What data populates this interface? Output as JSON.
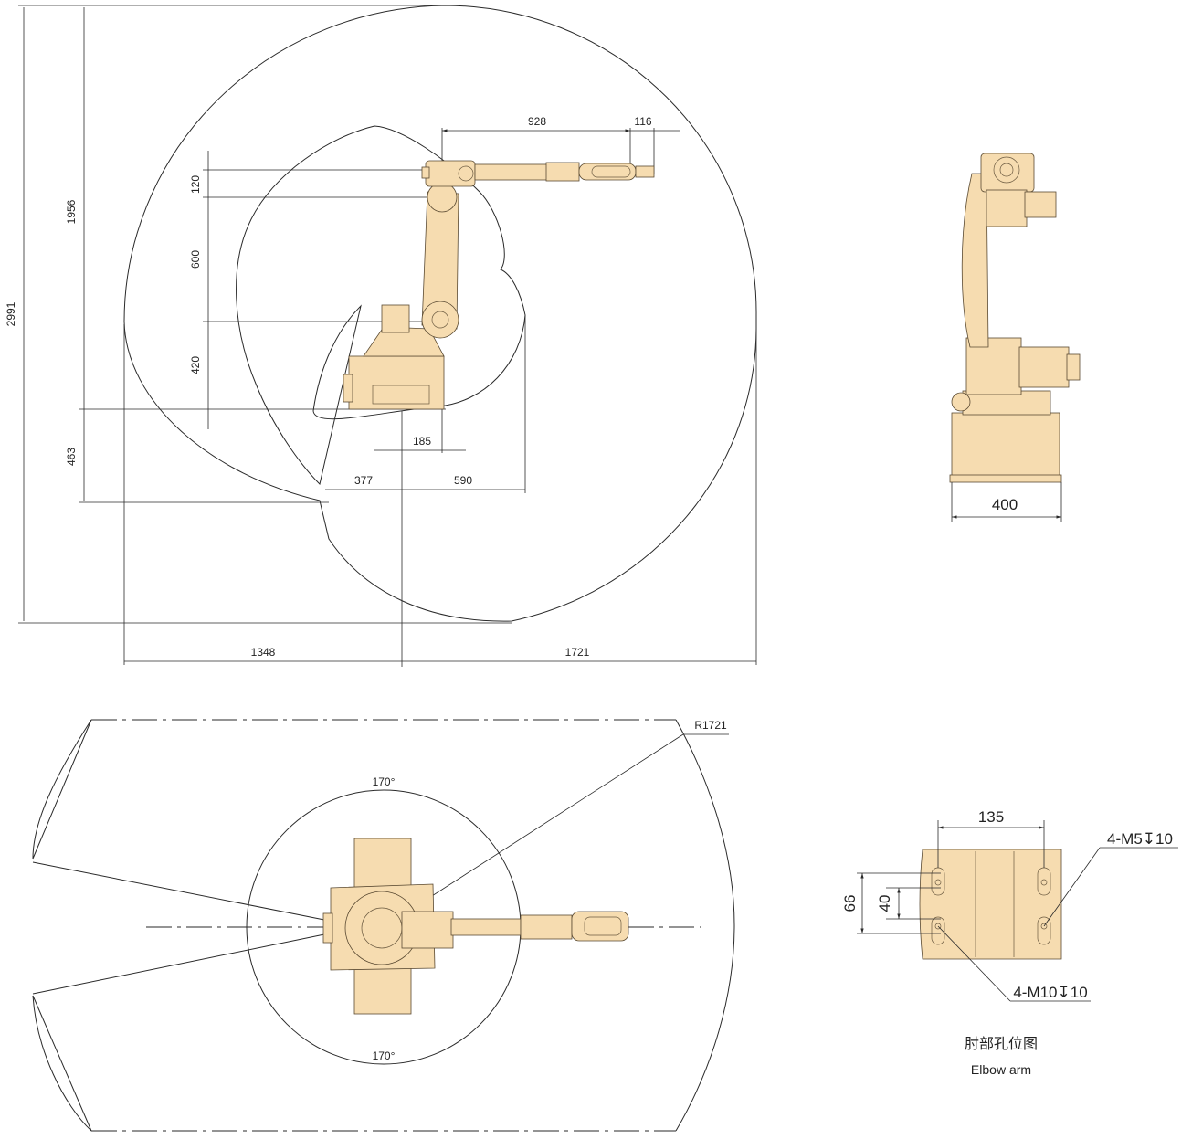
{
  "side_view": {
    "dims": {
      "total_height": "2991",
      "upper_reach": "1956",
      "lower_reach": "463",
      "h120": "120",
      "h600": "600",
      "h420": "420",
      "arm_928": "928",
      "wrist_116": "116",
      "offset_185": "185",
      "inner_377": "377",
      "inner_590": "590",
      "back_1348": "1348",
      "front_1721": "1721"
    }
  },
  "front_view": {
    "width": "400"
  },
  "top_view": {
    "radius": "R1721",
    "angle_top": "170°",
    "angle_bottom": "170°"
  },
  "elbow_detail": {
    "width_135": "135",
    "h66": "66",
    "h40": "40",
    "hole_m5": "4-M5↧10",
    "hole_m10": "4-M10↧10",
    "title_cn": "肘部孔位图",
    "title_en": "Elbow arm"
  },
  "colors": {
    "robot_body": "#f6dcb0",
    "line": "#2a2a2a"
  }
}
